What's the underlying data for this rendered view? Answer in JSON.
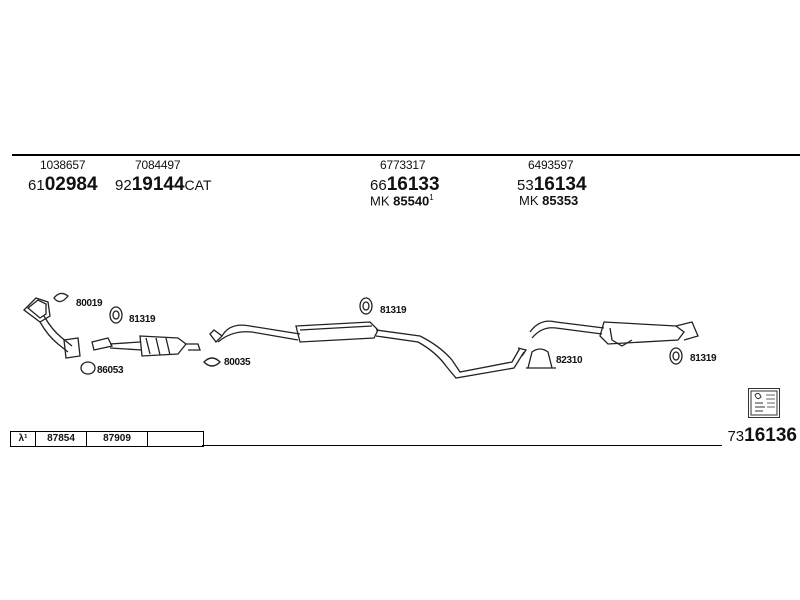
{
  "header": {
    "col1": {
      "ref": "1038657",
      "prefix": "61",
      "main": "02984",
      "suffix": ""
    },
    "col2": {
      "ref": "7084497",
      "prefix": "92",
      "main": "19144",
      "suffix": "CAT"
    },
    "col3": {
      "ref": "6773317",
      "prefix": "66",
      "main": "16133",
      "suffix": "",
      "mk_label": "MK",
      "mk_value": "85540",
      "mk_sup": "1"
    },
    "col4": {
      "ref": "6493597",
      "prefix": "53",
      "main": "16134",
      "suffix": "",
      "mk_label": "MK",
      "mk_value": "85353"
    }
  },
  "parts": {
    "p80019": "80019",
    "p81319a": "81319",
    "p86053": "86053",
    "p80035": "80035",
    "p81319b": "81319",
    "p82310": "82310",
    "p81319c": "81319"
  },
  "lambda_row": {
    "symbol": "λ¹",
    "cells": [
      "87854",
      "87909",
      ""
    ]
  },
  "kit": {
    "prefix": "73",
    "main": "16136"
  },
  "icons": {
    "manual": "manual-book-icon"
  }
}
